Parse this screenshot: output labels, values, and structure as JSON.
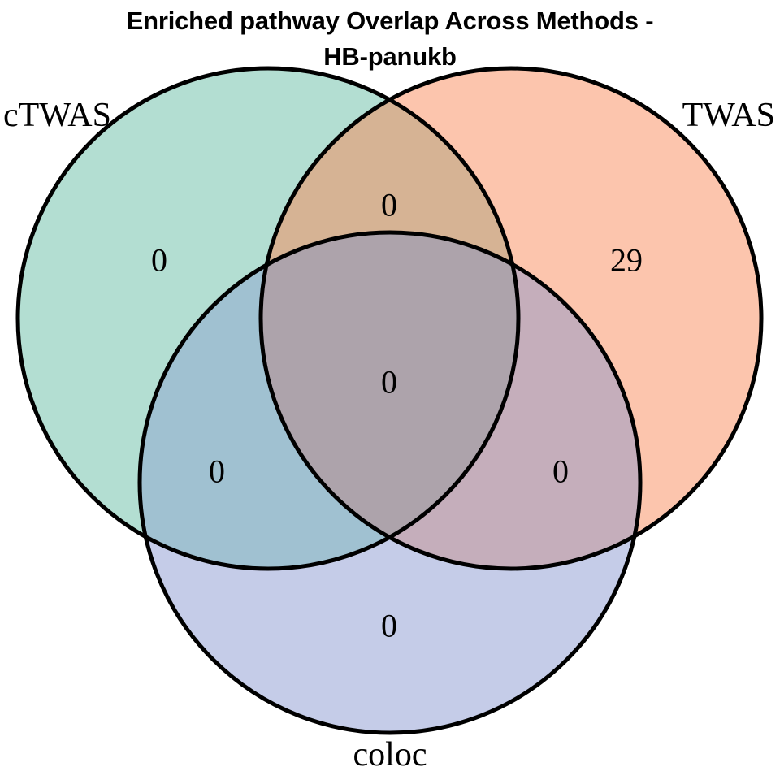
{
  "title": "Enriched pathway Overlap Across Methods -\nHB-panukb",
  "chart_data": {
    "type": "venn",
    "title": "Enriched pathway Overlap Across Methods - HB-panukb",
    "subtitle": "HB-panukb",
    "sets": [
      {
        "id": "ctwas",
        "label": "cTWAS",
        "color": "#b3ded2"
      },
      {
        "id": "twas",
        "label": "TWAS",
        "color": "#fcc5ad"
      },
      {
        "id": "coloc",
        "label": "coloc",
        "color": "#c5cce8"
      }
    ],
    "regions": [
      {
        "id": "ctwas-only",
        "sets": [
          "cTWAS"
        ],
        "value": "0",
        "color": "#b3ded2"
      },
      {
        "id": "twas-only",
        "sets": [
          "TWAS"
        ],
        "value": "29",
        "color": "#fcc5ad"
      },
      {
        "id": "coloc-only",
        "sets": [
          "coloc"
        ],
        "value": "0",
        "color": "#c5cce8"
      },
      {
        "id": "ctwas-twas",
        "sets": [
          "cTWAS",
          "TWAS"
        ],
        "value": "0",
        "color": "#d6b394"
      },
      {
        "id": "ctwas-coloc",
        "sets": [
          "cTWAS",
          "coloc"
        ],
        "value": "0",
        "color": "#a0c1d1"
      },
      {
        "id": "twas-coloc",
        "sets": [
          "TWAS",
          "coloc"
        ],
        "value": "0",
        "color": "#c5aebb"
      },
      {
        "id": "ctwas-twas-coloc",
        "sets": [
          "cTWAS",
          "TWAS",
          "coloc"
        ],
        "value": "0",
        "color": "#ada3ab"
      }
    ],
    "legend": "none",
    "grid": false,
    "background": "#ffffff",
    "stroke_color": "#000000"
  },
  "labels": {
    "ctwas": "cTWAS",
    "twas": "TWAS",
    "coloc": "coloc"
  },
  "counts": {
    "ctwas_only": "0",
    "twas_only": "29",
    "coloc_only": "0",
    "ctwas_twas": "0",
    "ctwas_coloc": "0",
    "twas_coloc": "0",
    "all_three": "0"
  }
}
